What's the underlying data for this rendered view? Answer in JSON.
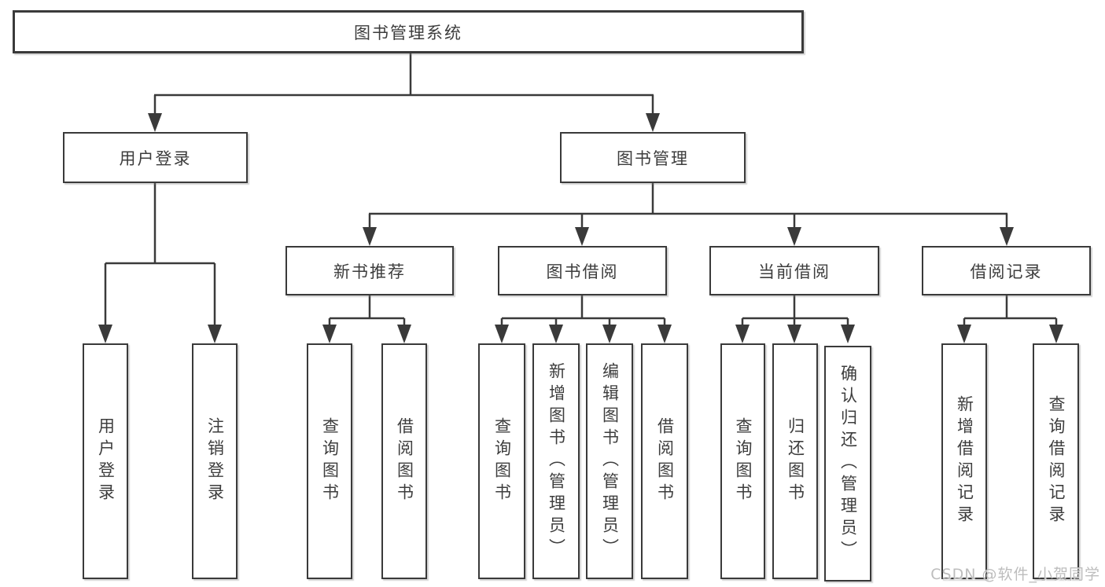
{
  "diagram": {
    "root": {
      "label": "图书管理系统"
    },
    "branches": [
      {
        "label": "用户登录",
        "children": [
          {
            "label": "用户登录"
          },
          {
            "label": "注销登录"
          }
        ]
      },
      {
        "label": "图书管理",
        "children": [
          {
            "label": "新书推荐",
            "children": [
              {
                "label": "查询图书"
              },
              {
                "label": "借阅图书"
              }
            ]
          },
          {
            "label": "图书借阅",
            "children": [
              {
                "label": "查询图书"
              },
              {
                "label": "新增图书（管理员）"
              },
              {
                "label": "编辑图书（管理员）"
              },
              {
                "label": "借阅图书"
              }
            ]
          },
          {
            "label": "当前借阅",
            "children": [
              {
                "label": "查询图书"
              },
              {
                "label": "归还图书"
              },
              {
                "label": "确认归还（管理员）"
              }
            ]
          },
          {
            "label": "借阅记录",
            "children": [
              {
                "label": "新增借阅记录"
              },
              {
                "label": "查询借阅记录"
              }
            ]
          }
        ]
      }
    ]
  },
  "watermark": {
    "text": "CSDN @软件_小贺同学"
  },
  "colors": {
    "line": "#3a3a3a",
    "text": "#3d3d3d",
    "watermark": "#bdbdbd",
    "background": "#ffffff"
  }
}
